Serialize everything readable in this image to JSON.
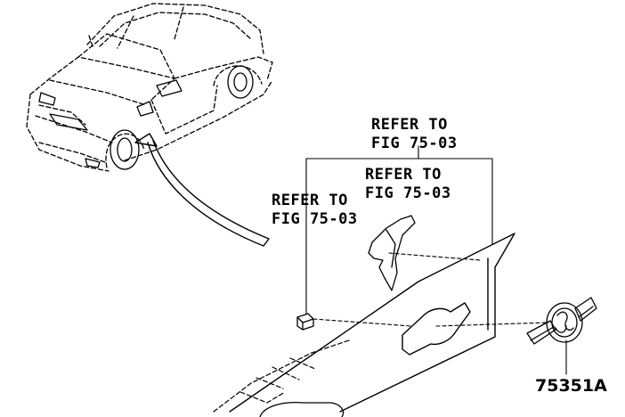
{
  "callouts": [
    {
      "line1": "REFER TO",
      "line2": "FIG 75-03"
    },
    {
      "line1": "REFER TO",
      "line2": "FIG 75-03"
    },
    {
      "line1": "REFER TO",
      "line2": "FIG 75-03"
    }
  ],
  "part_number": "75351A"
}
